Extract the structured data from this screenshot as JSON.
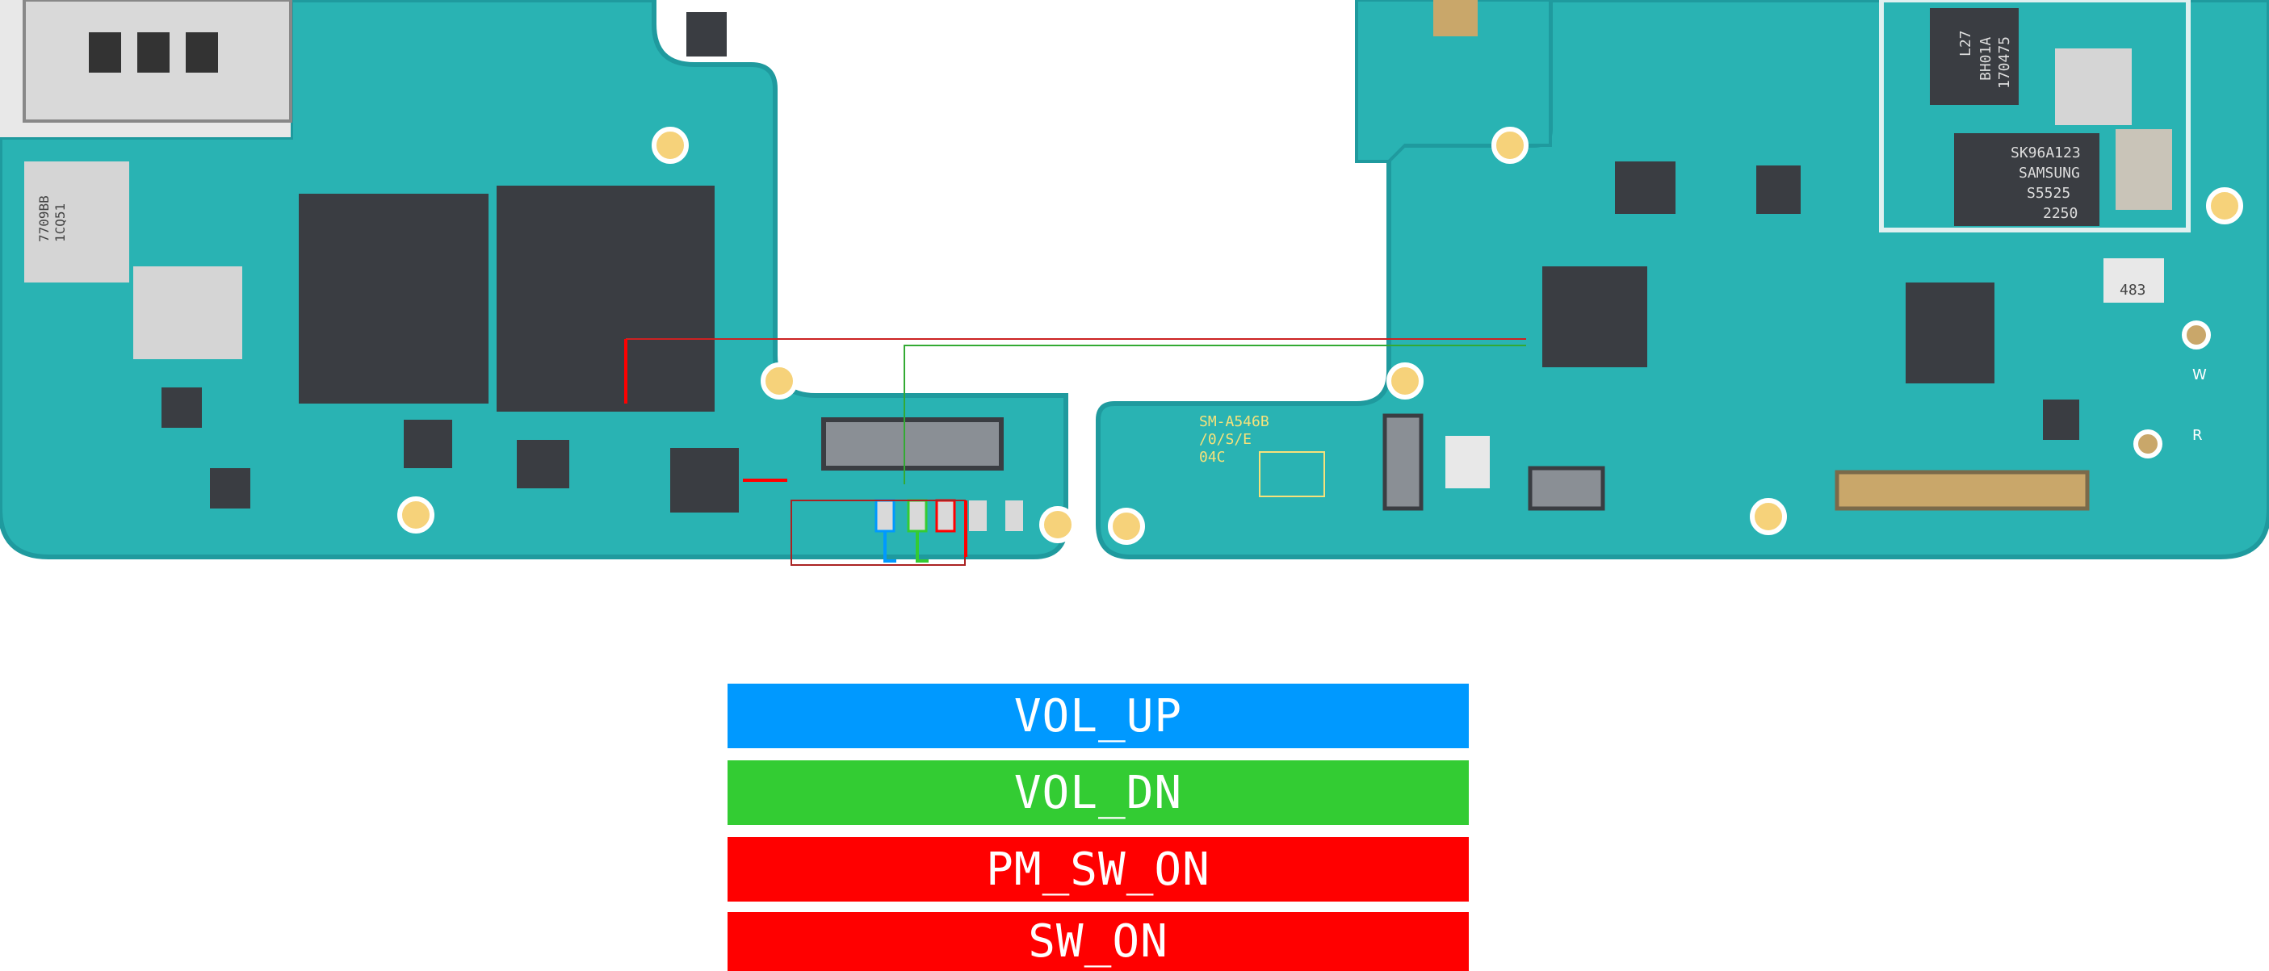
{
  "board": {
    "markings": {
      "model": "SM-A546B",
      "variant": "/0/S/E",
      "rev": "04C",
      "chip_left_1": "7709BB",
      "chip_left_2": "1CQ51",
      "chip_right_1": "L27",
      "chip_right_2": "BH01A",
      "chip_right_3": "170475",
      "chip_right_4": "SK96A123",
      "chip_right_5": "SAMSUNG",
      "chip_right_6": "S5525",
      "chip_right_7": "2250",
      "label_w": "W",
      "label_r": "R",
      "small_483": "483"
    },
    "colors": {
      "pcb": "#29b3b3",
      "pcb_edge": "#1f9a9e",
      "chip": "#3a3d42",
      "vol_up": "#0099ff",
      "vol_dn": "#33cc33",
      "power": "#ff0000"
    }
  },
  "legend": {
    "items": [
      {
        "label": "VOL_UP",
        "color": "#0099ff"
      },
      {
        "label": "VOL_DN",
        "color": "#33cc33"
      },
      {
        "label": "PM_SW_ON",
        "color": "#ff0000"
      },
      {
        "label": "SW_ON",
        "color": "#ff0000"
      }
    ]
  }
}
